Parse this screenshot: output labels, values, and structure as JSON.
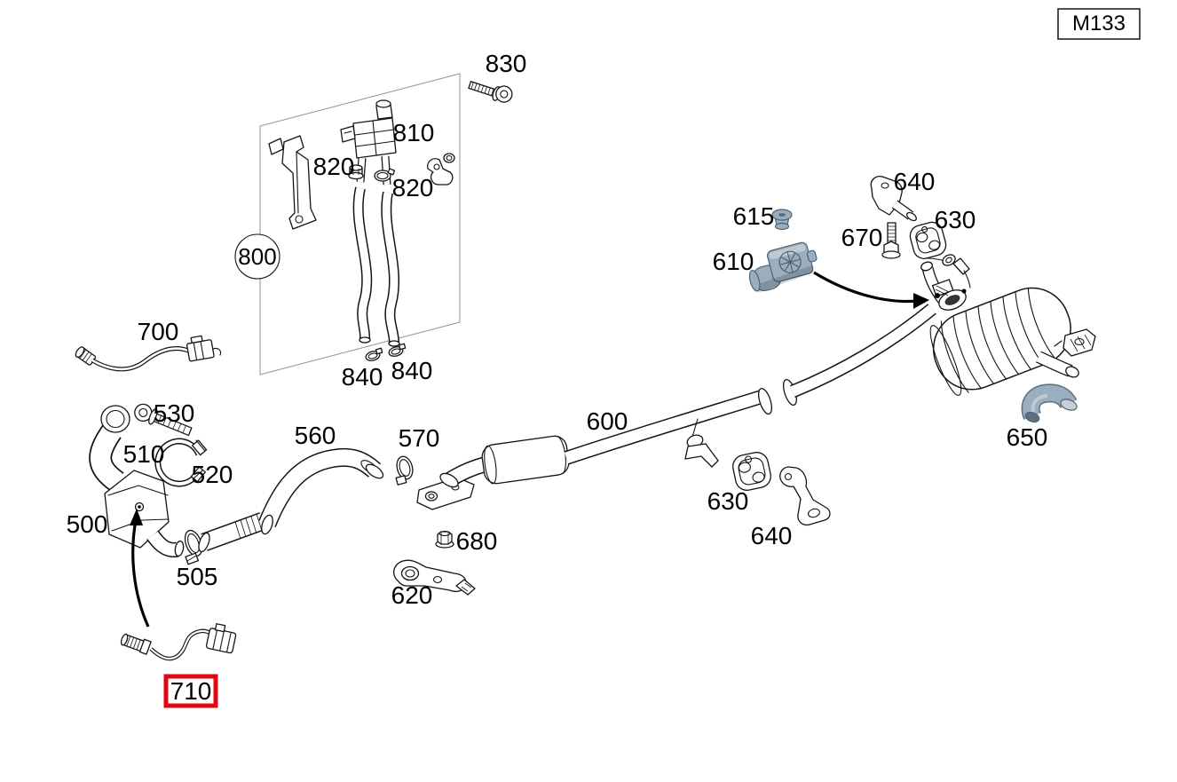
{
  "badge": {
    "code": "M133"
  },
  "diagram": {
    "highlighted_label": "710",
    "highlight_color": "#e30613",
    "part_color": "#9aaebf",
    "part_color_light": "#c4cfd8",
    "part_color_dark": "#5d7080",
    "labels": {
      "l500": "500",
      "l505": "505",
      "l510": "510",
      "l520": "520",
      "l530": "530",
      "l560": "560",
      "l570": "570",
      "l600": "600",
      "l610": "610",
      "l615": "615",
      "l620": "620",
      "l630_top": "630",
      "l630_mid": "630",
      "l640_top": "640",
      "l640_mid": "640",
      "l650": "650",
      "l670": "670",
      "l680": "680",
      "l700": "700",
      "l710": "710",
      "l800": "800",
      "l810": "810",
      "l820_left": "820",
      "l820_right": "820",
      "l830": "830",
      "l840_left": "840",
      "l840_right": "840"
    }
  }
}
